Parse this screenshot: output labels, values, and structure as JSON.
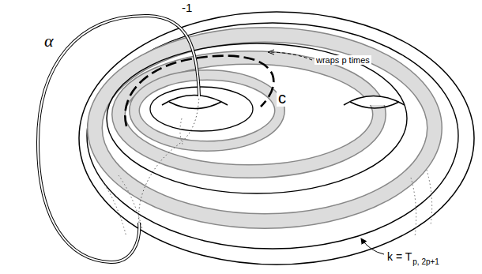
{
  "diagram": {
    "labels": [
      "α",
      "-1",
      "c",
      "wraps p times",
      "k = T",
      "p, 2p+1"
    ]
  }
}
